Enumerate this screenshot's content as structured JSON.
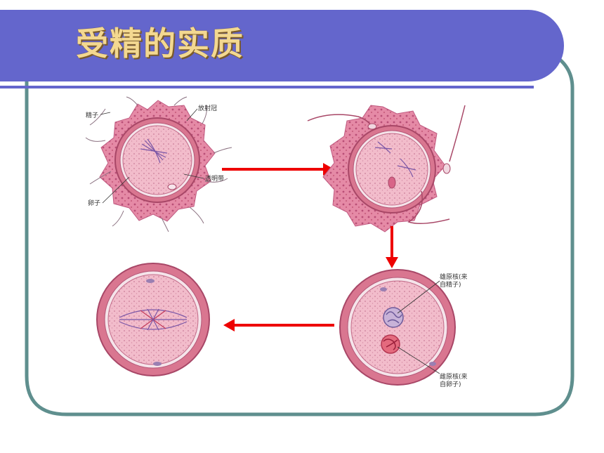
{
  "slide": {
    "title": "受精的实质",
    "colors": {
      "title_bar": "#6466cc",
      "title_text": "#f3d890",
      "frame_border": "#5f8f8e",
      "arrow": "#ee0000",
      "zona": "#d87890",
      "cytoplasm": "#f0b8c8"
    }
  },
  "diagram": {
    "step1": {
      "labels": {
        "sperm": "精子",
        "corona": "放射冠",
        "zona": "透明带",
        "egg": "卵子"
      }
    },
    "step3": {
      "labels": {
        "male_pronucleus": [
          "雄原核(来",
          "自精子)"
        ],
        "female_pronucleus": [
          "雌原核(来",
          "自卵子)"
        ]
      }
    }
  }
}
